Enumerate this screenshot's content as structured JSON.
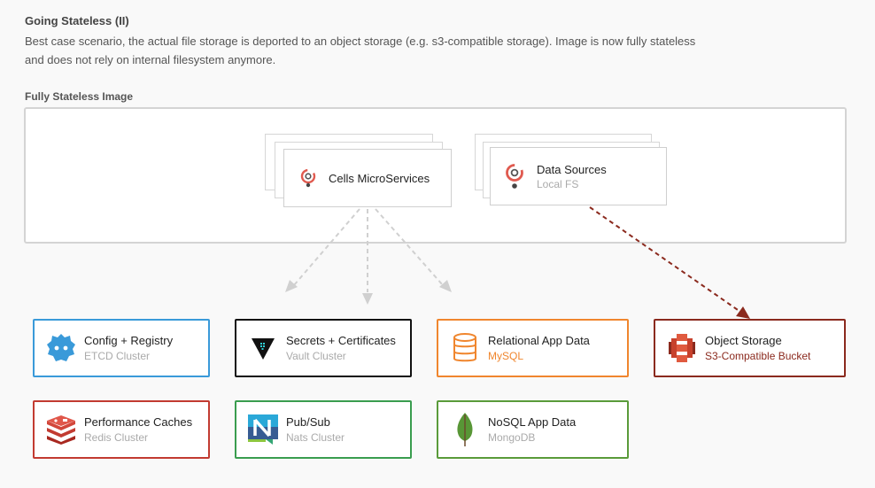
{
  "header": {
    "title": "Going Stateless (II)",
    "description": "Best case scenario, the actual file storage is deported to an object storage (e.g. s3-compatible storage). Image is now fully stateless and does not rely on internal filesystem anymore."
  },
  "image_box": {
    "label": "Fully Stateless Image"
  },
  "services": {
    "cells": {
      "title": "Cells MicroServices",
      "icon": "pydio-cells-icon"
    },
    "datasources": {
      "title": "Data Sources",
      "subtitle": "Local FS",
      "icon": "pydio-cells-icon"
    }
  },
  "components": [
    {
      "id": "config",
      "title": "Config + Registry",
      "subtitle": "ETCD Cluster",
      "color": "#3a9ad9",
      "icon": "etcd-icon"
    },
    {
      "id": "secrets",
      "title": "Secrets + Certificates",
      "subtitle": "Vault Cluster",
      "color": "#111111",
      "icon": "vault-icon"
    },
    {
      "id": "relational",
      "title": "Relational App Data",
      "subtitle": "MySQL",
      "color": "#f0862e",
      "icon": "database-icon"
    },
    {
      "id": "object",
      "title": "Object Storage",
      "subtitle": "S3-Compatible Bucket",
      "color": "#8b2a1e",
      "icon": "s3-bucket-icon"
    },
    {
      "id": "caches",
      "title": "Performance Caches",
      "subtitle": "Redis Cluster",
      "color": "#c23b31",
      "icon": "redis-icon"
    },
    {
      "id": "pubsub",
      "title": "Pub/Sub",
      "subtitle": "Nats Cluster",
      "color": "#3a9d4f",
      "icon": "nats-icon"
    },
    {
      "id": "nosql",
      "title": "NoSQL App Data",
      "subtitle": "MongoDB",
      "color": "#5a9b3a",
      "icon": "mongodb-leaf-icon"
    }
  ]
}
